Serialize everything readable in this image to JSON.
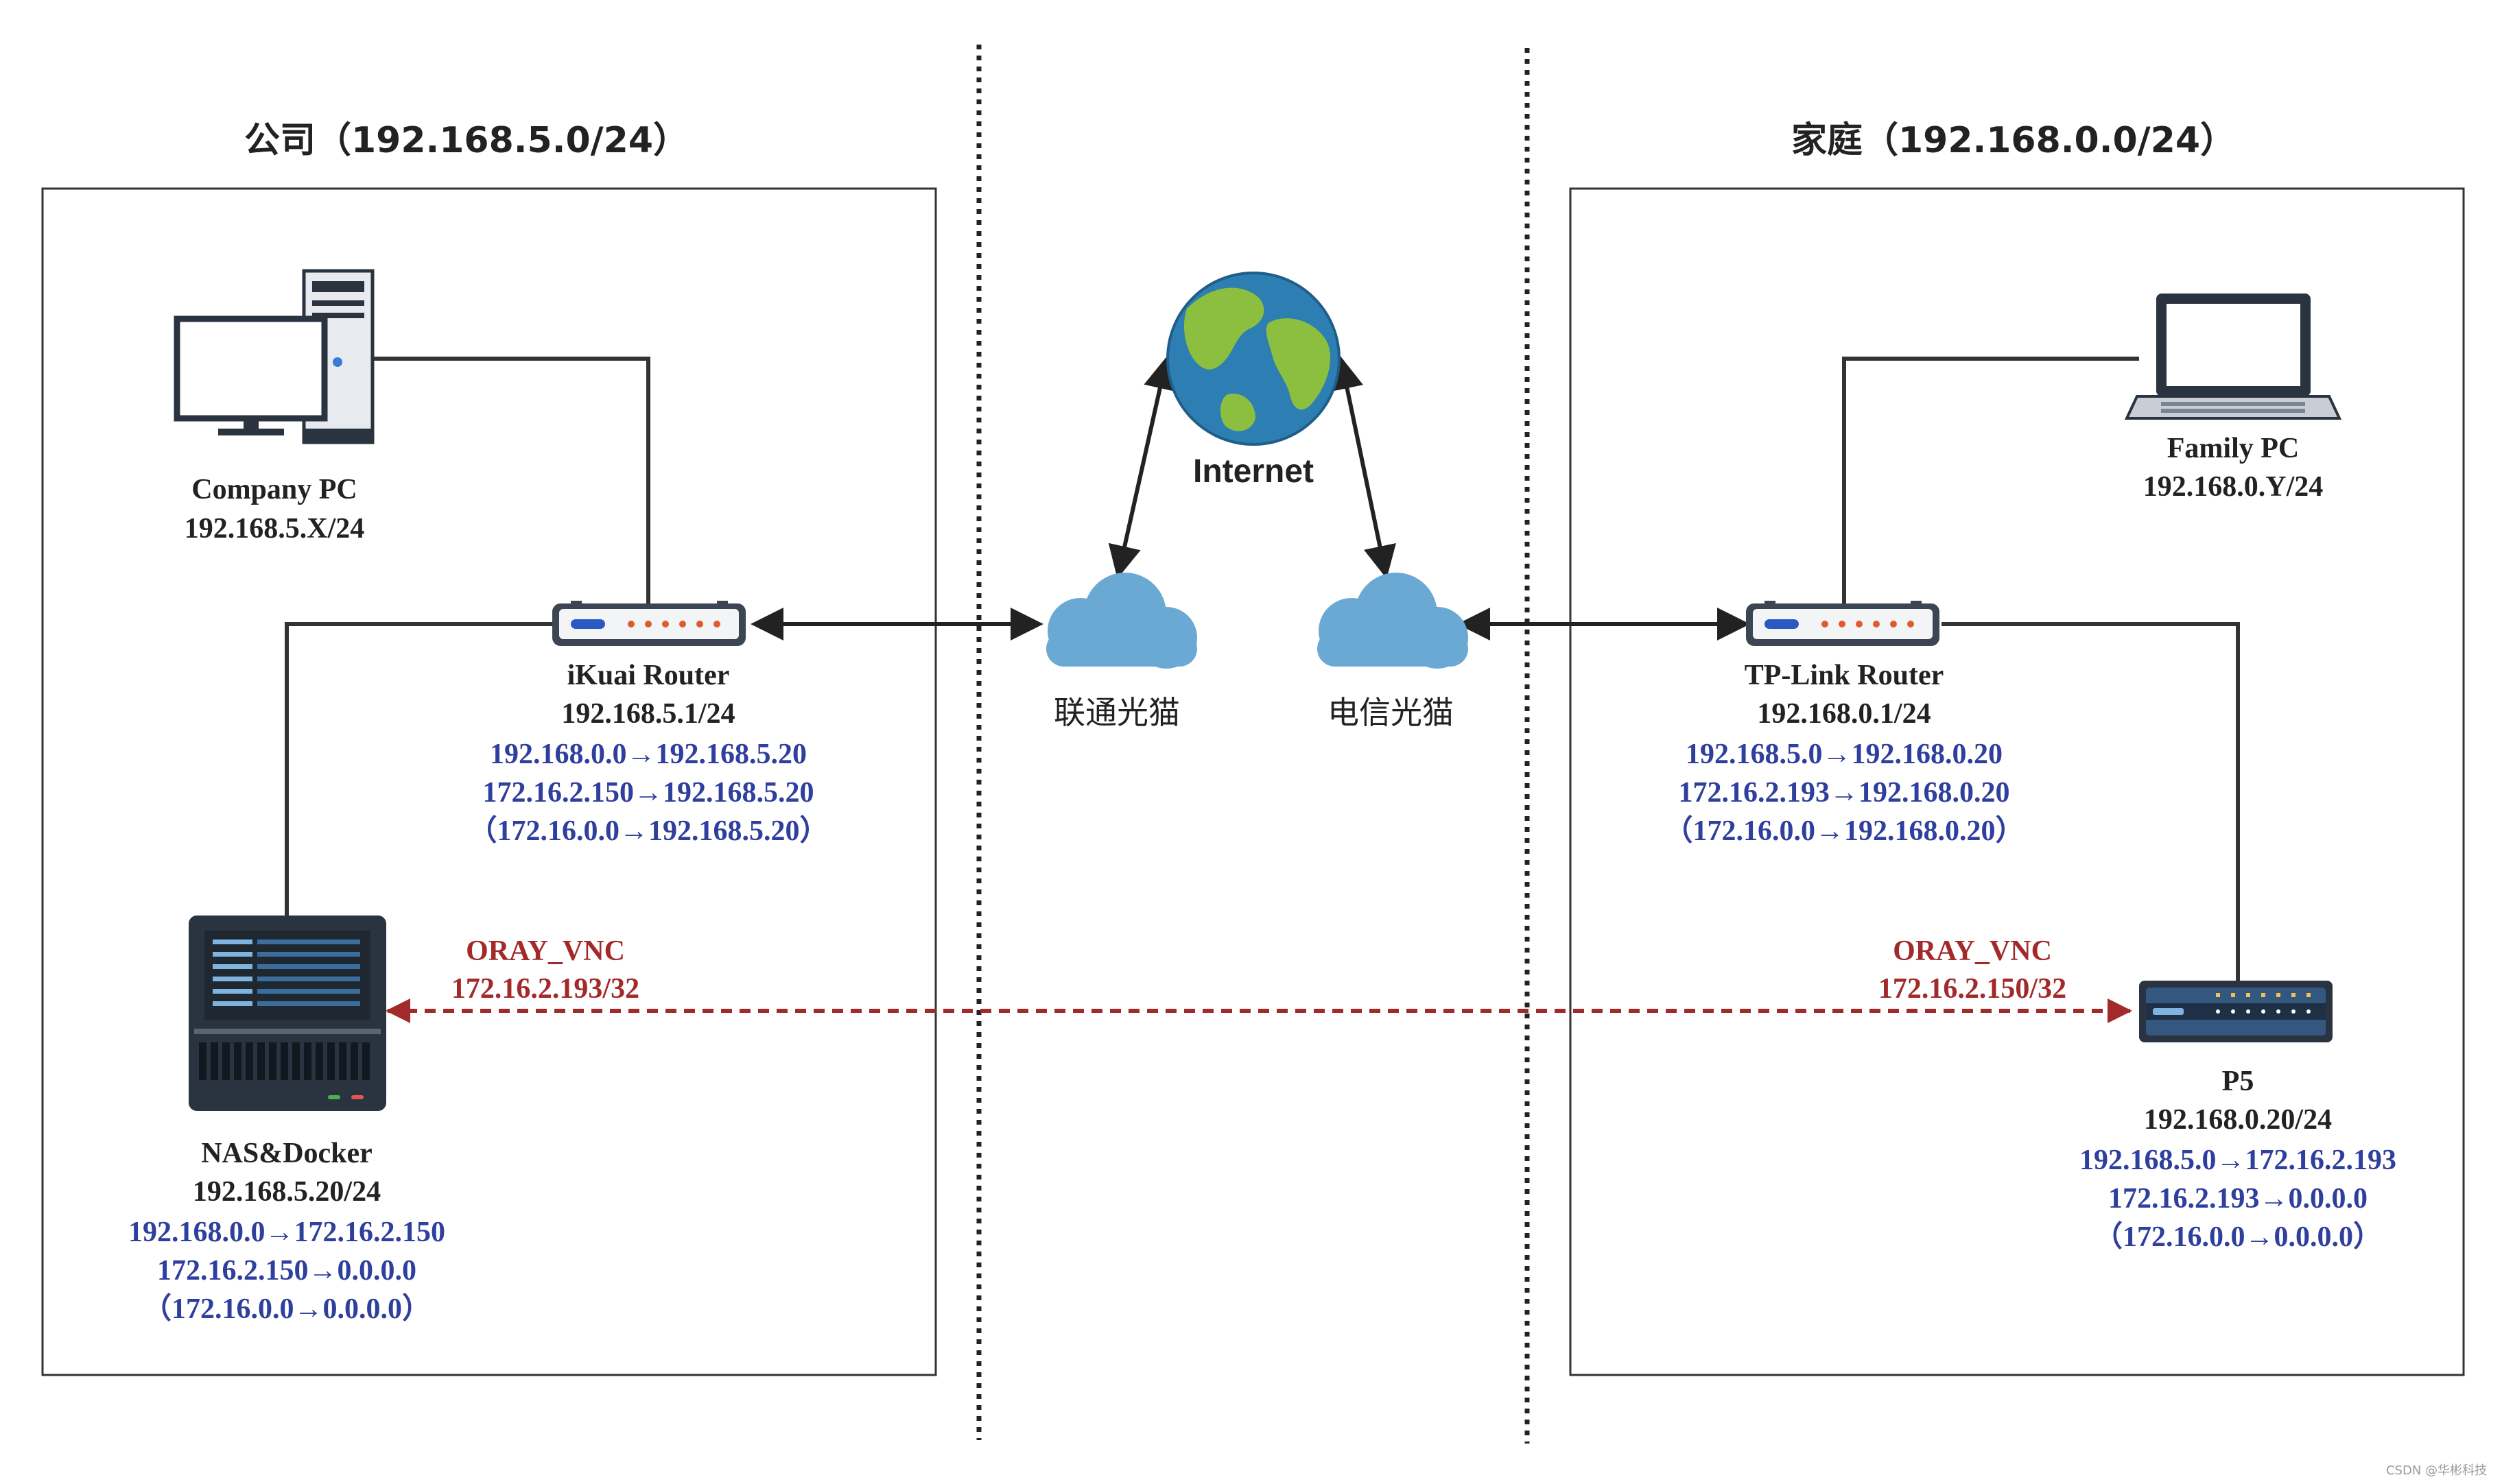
{
  "zones": {
    "company": {
      "title": "公司（192.168.5.0/24）"
    },
    "home": {
      "title": "家庭（192.168.0.0/24）"
    }
  },
  "internet": {
    "label": "Internet"
  },
  "modems": {
    "unicom": {
      "label": "联通光猫"
    },
    "telecom": {
      "label": "电信光猫"
    }
  },
  "devices": {
    "company_pc": {
      "name": "Company PC",
      "ip": "192.168.5.X/24"
    },
    "ikuai_router": {
      "name": "iKuai Router",
      "ip": "192.168.5.1/24",
      "routes": [
        "192.168.0.0→192.168.5.20",
        "172.16.2.150→192.168.5.20",
        "（172.16.0.0→192.168.5.20）"
      ]
    },
    "nas": {
      "name": "NAS&Docker",
      "ip": "192.168.5.20/24",
      "routes": [
        "192.168.0.0→172.16.2.150",
        "172.16.2.150→0.0.0.0",
        "（172.16.0.0→0.0.0.0）"
      ]
    },
    "family_pc": {
      "name": "Family PC",
      "ip": "192.168.0.Y/24"
    },
    "tplink_router": {
      "name": "TP-Link Router",
      "ip": "192.168.0.1/24",
      "routes": [
        "192.168.5.0→192.168.0.20",
        "172.16.2.193→192.168.0.20",
        "（172.16.0.0→192.168.0.20）"
      ]
    },
    "p5": {
      "name": "P5",
      "ip": "192.168.0.20/24",
      "routes": [
        "192.168.5.0→172.16.2.193",
        "172.16.2.193→0.0.0.0",
        "（172.16.0.0→0.0.0.0）"
      ]
    }
  },
  "vpn": {
    "left": {
      "name": "ORAY_VNC",
      "ip": "172.16.2.193/32"
    },
    "right": {
      "name": "ORAY_VNC",
      "ip": "172.16.2.150/32"
    }
  },
  "watermark": "CSDN @华彬科技",
  "colors": {
    "route_text": "#2f3f9e",
    "vpn_line": "#a32a2a",
    "cloud": "#6aa9d3",
    "globe_ocean": "#2d7fb3",
    "globe_land": "#8cbf3f",
    "wire": "#333333"
  }
}
